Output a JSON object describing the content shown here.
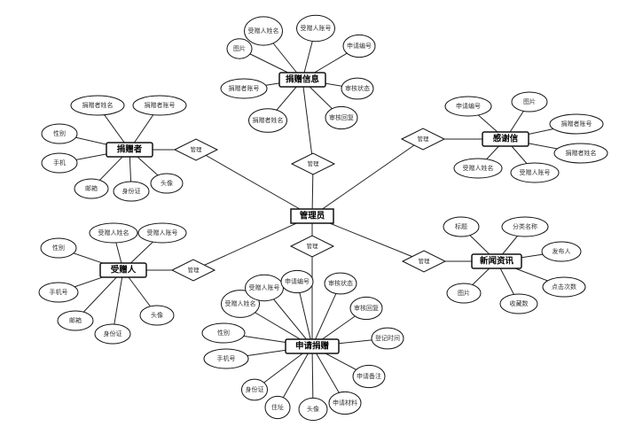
{
  "center": "管理员",
  "relationship_label": "管理",
  "entities": [
    {
      "name": "捐赠信息",
      "attributes": [
        "受赠人姓名",
        "受赠人账号",
        "申请编号",
        "图片",
        "捐赠者账号",
        "捐赠者姓名",
        "审核回复",
        "审核状态"
      ]
    },
    {
      "name": "捐赠者",
      "attributes": [
        "捐赠者姓名",
        "捐赠者账号",
        "性别",
        "手机",
        "邮箱",
        "身份证",
        "头像"
      ]
    },
    {
      "name": "受赠人",
      "attributes": [
        "受赠人姓名",
        "受赠人账号",
        "性别",
        "手机号",
        "邮箱",
        "身份证",
        "头像"
      ]
    },
    {
      "name": "感谢信",
      "attributes": [
        "申请编号",
        "图片",
        "捐赠者账号",
        "捐赠者姓名",
        "受赠人姓名",
        "受赠人账号"
      ]
    },
    {
      "name": "新闻资讯",
      "attributes": [
        "标题",
        "分类名称",
        "发布人",
        "点击次数",
        "收藏数",
        "图片"
      ]
    },
    {
      "name": "申请捐赠",
      "attributes": [
        "受赠人姓名",
        "受赠人账号",
        "申请编号",
        "审核状态",
        "审核回复",
        "登记时间",
        "申请备注",
        "申请材料",
        "头像",
        "住址",
        "身份证",
        "手机号",
        "性别"
      ]
    }
  ]
}
